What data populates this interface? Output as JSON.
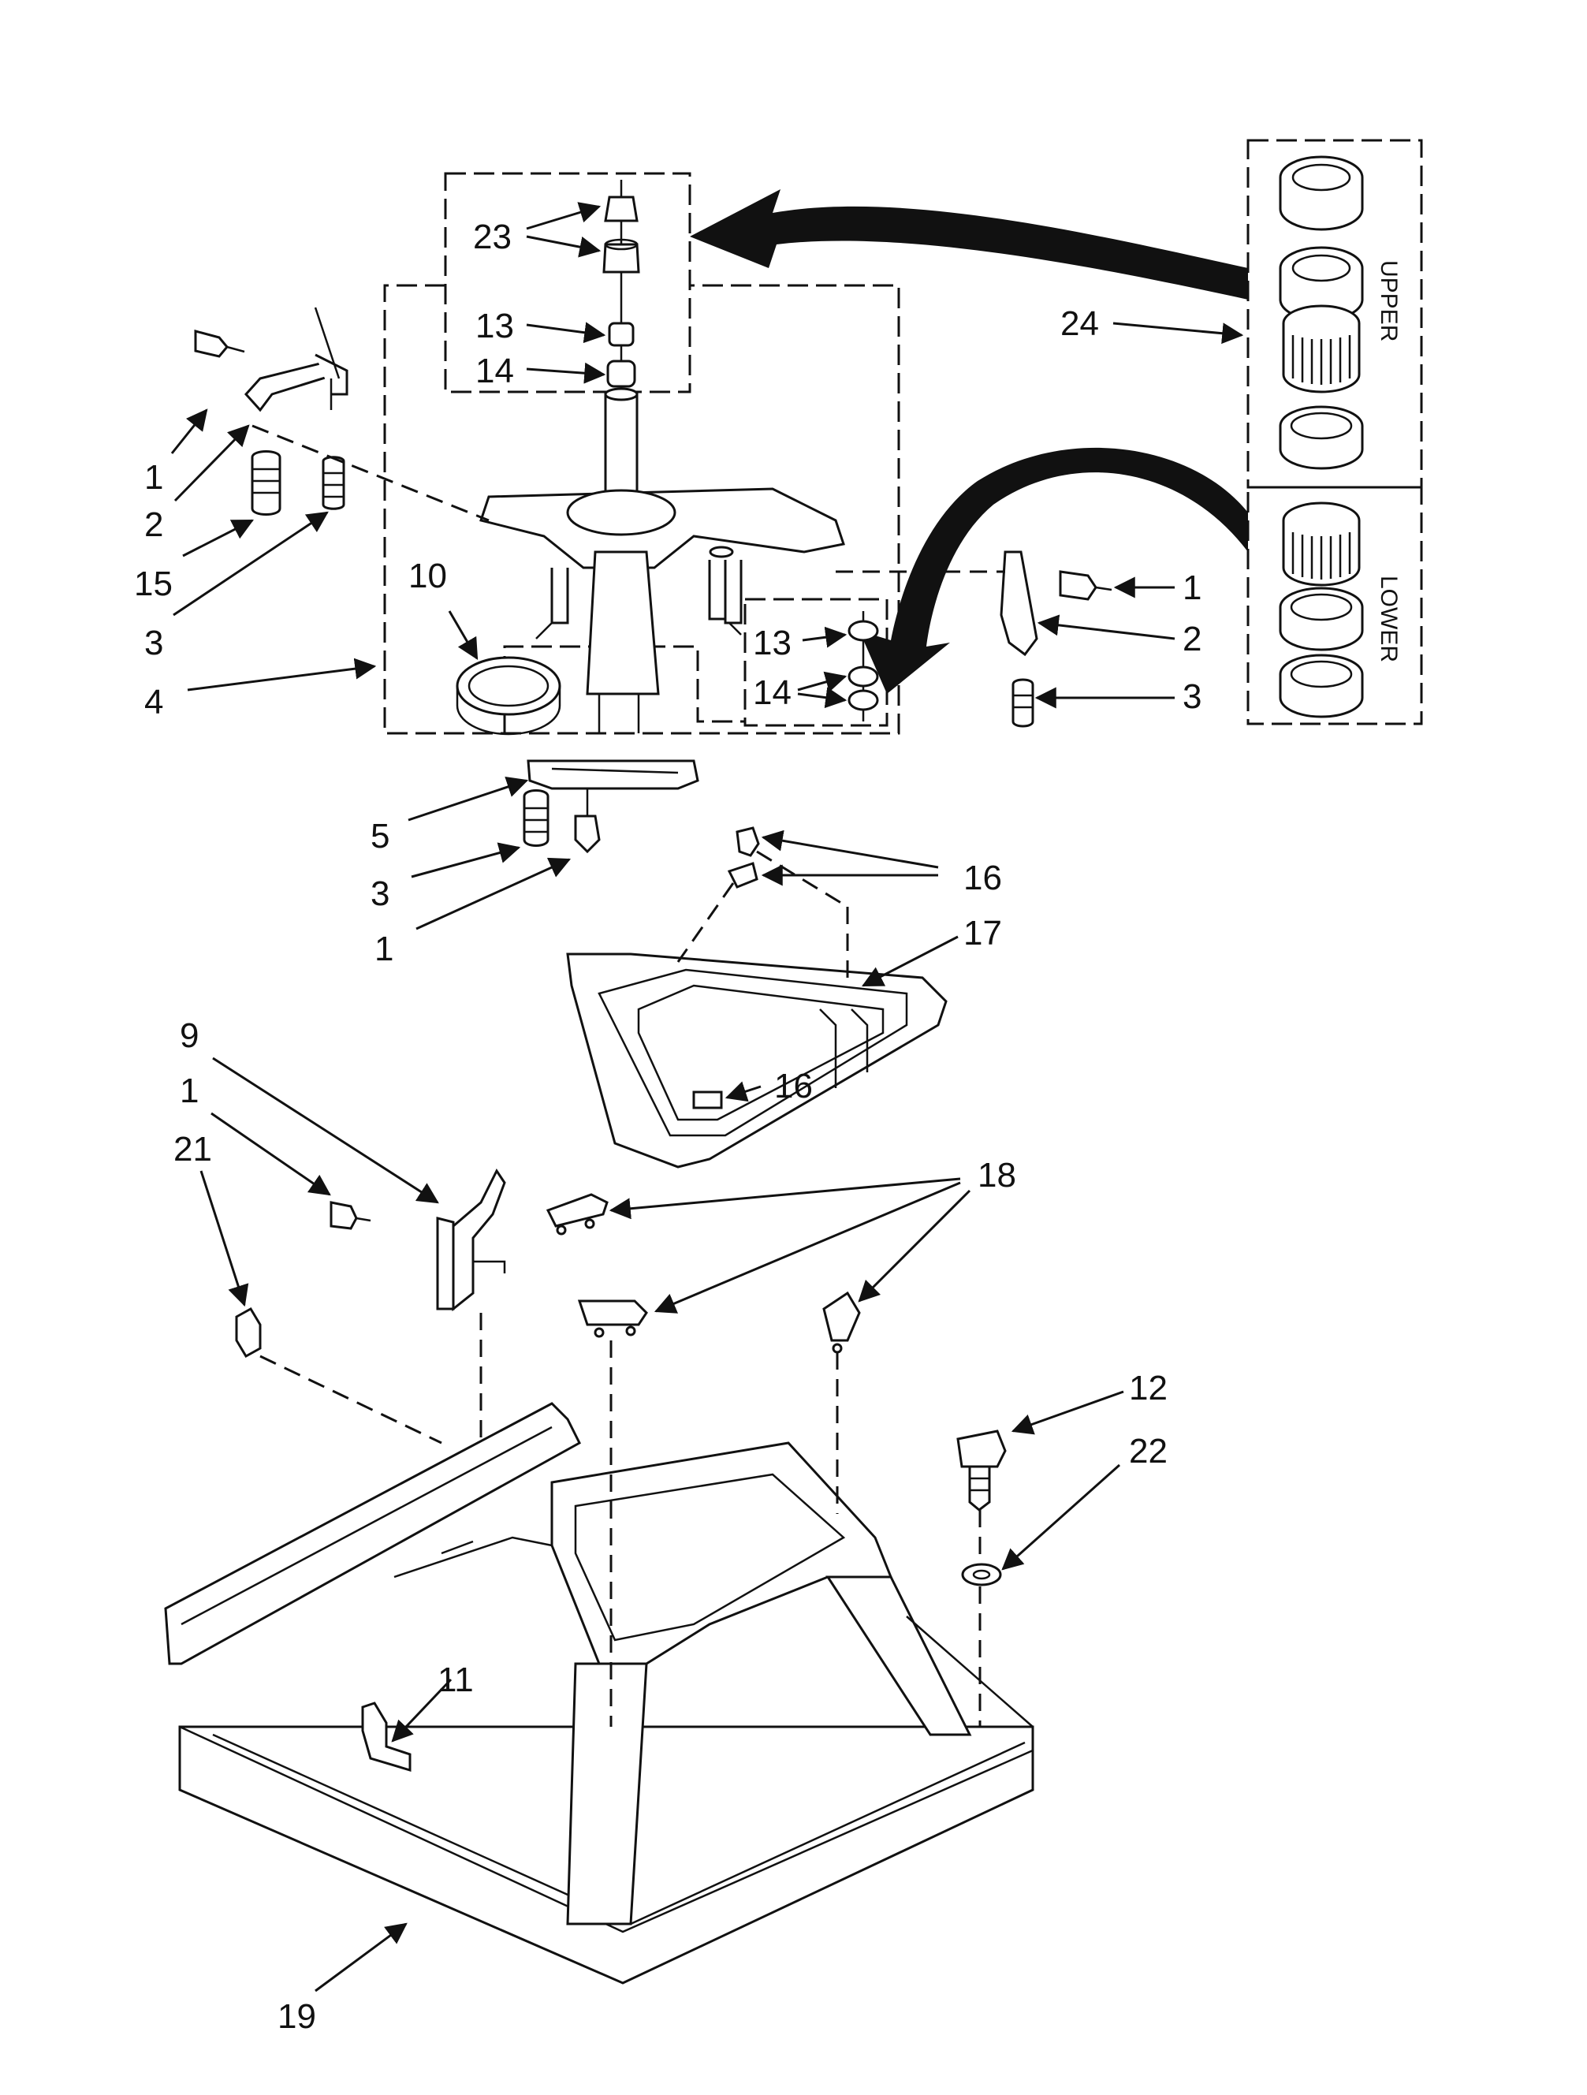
{
  "callouts": {
    "c1a": "1",
    "c2a": "2",
    "c15": "15",
    "c3a": "3",
    "c4": "4",
    "c10": "10",
    "c23": "23",
    "c13a": "13",
    "c14a": "14",
    "c13b": "13",
    "c14b": "14",
    "c1b": "1",
    "c2b": "2",
    "c3b": "3",
    "c24": "24",
    "c5": "5",
    "c3c": "3",
    "c1c": "1",
    "c16a": "16",
    "c17": "17",
    "c16b": "16",
    "c9": "9",
    "c1d": "1",
    "c21": "21",
    "c18": "18",
    "c12": "12",
    "c22": "22",
    "c11": "11",
    "c19": "19"
  },
  "kit_labels": {
    "upper": "UPPER",
    "lower": "LOWER"
  }
}
